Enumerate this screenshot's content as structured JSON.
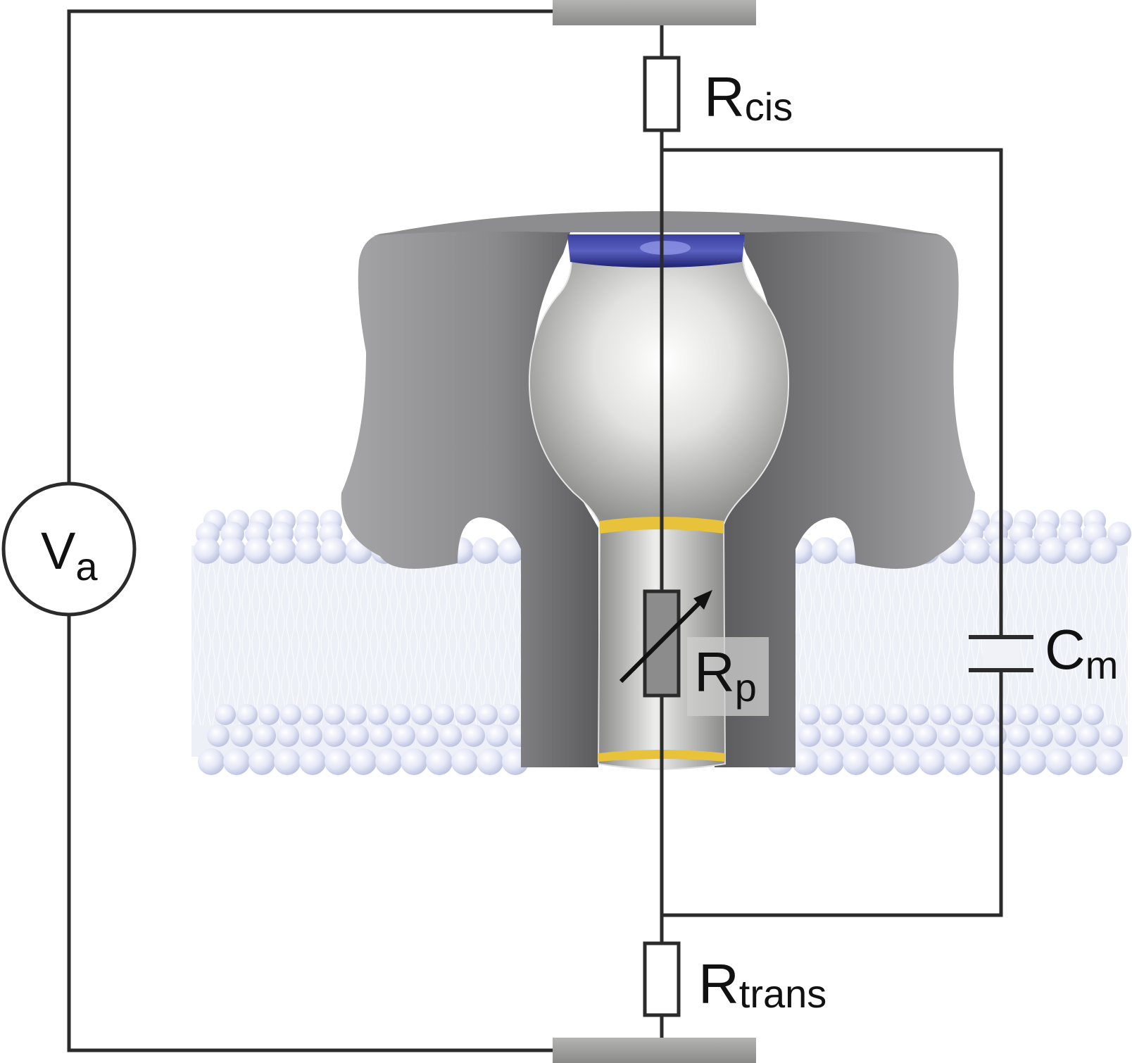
{
  "labels": {
    "voltage_main": "V",
    "voltage_sub": "a",
    "r_cis_main": "R",
    "r_cis_sub": "cis",
    "r_trans_main": "R",
    "r_trans_sub": "trans",
    "r_pore_main": "R",
    "r_pore_sub": "p",
    "capacitor_main": "C",
    "capacitor_sub": "m"
  },
  "colors": {
    "wire": "#2b2b2b",
    "electrode": "#9a9a98",
    "protein_dark": "#6e6e70",
    "protein_light": "#a9a9ab",
    "lumen_light": "#f4f4f2",
    "lumen_dark": "#9c9c9a",
    "blue_ring": "#2c2f8c",
    "yellow_ring": "#e8c23a",
    "lipid_head": "#dfe2f4",
    "lipid_tail": "#eceef6"
  },
  "icons": {
    "voltage_source": "circle-voltage-source-icon",
    "resistor": "resistor-icon",
    "variable_resistor": "variable-resistor-icon",
    "capacitor": "capacitor-icon"
  }
}
